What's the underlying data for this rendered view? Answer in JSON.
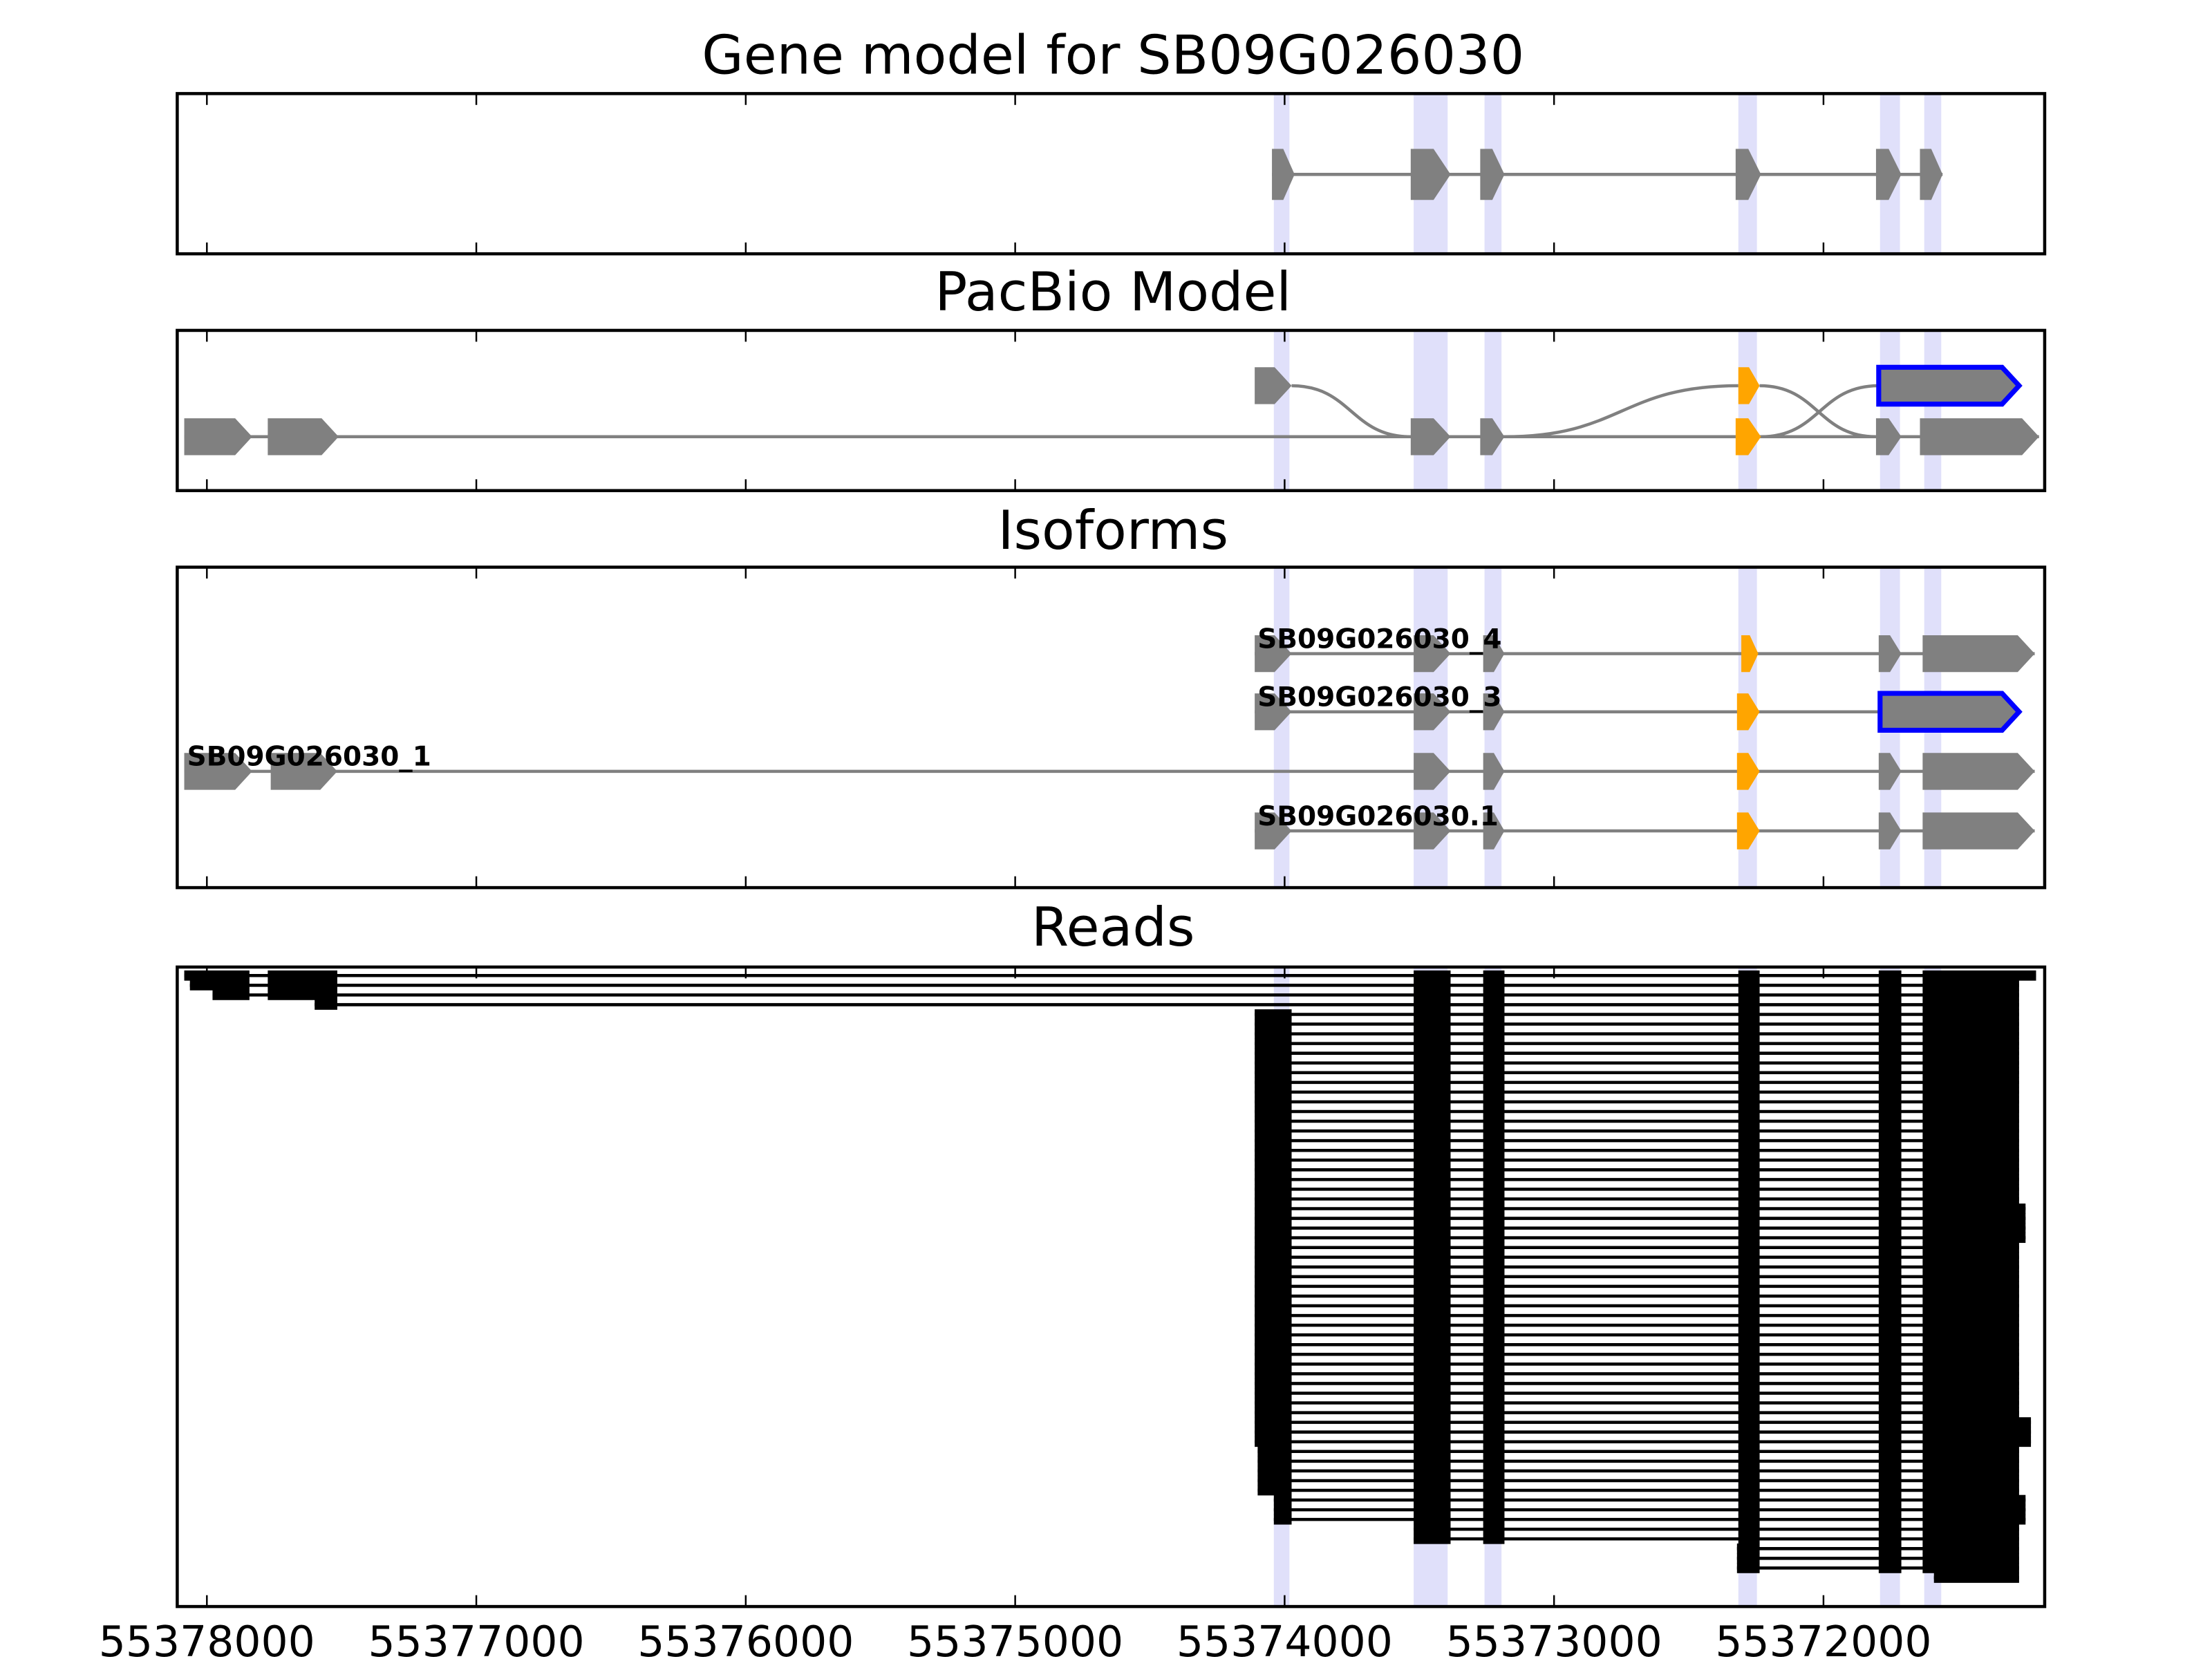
{
  "chart_data": {
    "type": "gene-structure",
    "xlabel": "",
    "xlim": [
      55378110,
      55371179
    ],
    "xticks": [
      55378000,
      55377000,
      55376000,
      55375000,
      55374000,
      55373000,
      55372000
    ],
    "xtick_labels": [
      "55378000",
      "55377000",
      "55376000",
      "55375000",
      "55374000",
      "55373000",
      "55372000"
    ],
    "colors": {
      "exon": "#808080",
      "intron": "#808080",
      "alt": "#ffa500",
      "novel_edge": "#0000ff",
      "highlight": "#e0e0fa",
      "read": "#000000"
    },
    "highlights": [
      [
        55374040,
        55373982
      ],
      [
        55373521,
        55373395
      ],
      [
        55373258,
        55373195
      ],
      [
        55372316,
        55372247
      ],
      [
        55371790,
        55371716
      ],
      [
        55371626,
        55371563
      ]
    ],
    "panels": [
      {
        "title": "Gene model for SB09G026030",
        "tracks": [
          {
            "exons": [
              [
                55374047,
                55373963,
                "gray"
              ],
              [
                55373532,
                55373384,
                "gray"
              ],
              [
                55373274,
                55373184,
                "gray"
              ],
              [
                55372326,
                55372232,
                "gray"
              ],
              [
                55371805,
                55371711,
                "gray"
              ],
              [
                55371642,
                55371558,
                "gray"
              ]
            ]
          }
        ]
      },
      {
        "title": "PacBio Model",
        "tracks": [
          {
            "exons": [
              [
                55374111,
                55373974,
                "gray"
              ],
              [
                55372316,
                55372237,
                "orange"
              ],
              [
                55371795,
                55371274,
                "blue"
              ]
            ]
          },
          {
            "exons": [
              [
                55378084,
                55377832,
                "gray"
              ],
              [
                55377774,
                55377511,
                "gray"
              ],
              [
                55373532,
                55373384,
                "gray"
              ],
              [
                55373274,
                55373184,
                "gray"
              ],
              [
                55372326,
                55372232,
                "orange"
              ],
              [
                55371805,
                55371711,
                "gray"
              ],
              [
                55371642,
                55371200,
                "gray"
              ]
            ]
          }
        ],
        "junctions": [
          [
            0,
            55373974,
            1,
            55373532
          ],
          [
            1,
            55373184,
            0,
            55372316
          ],
          [
            0,
            55372237,
            1,
            55371805
          ],
          [
            1,
            55372232,
            0,
            55371795
          ]
        ]
      },
      {
        "title": "Isoforms",
        "tracks": [
          {
            "label": "SB09G026030_4",
            "exons": [
              [
                55374111,
                55373974,
                "gray"
              ],
              [
                55373521,
                55373384,
                "gray"
              ],
              [
                55373263,
                55373184,
                "gray"
              ],
              [
                55372305,
                55372242,
                "orange"
              ],
              [
                55371795,
                55371711,
                "gray"
              ],
              [
                55371632,
                55371216,
                "gray"
              ]
            ]
          },
          {
            "label": "SB09G026030_3",
            "exons": [
              [
                55374111,
                55373974,
                "gray"
              ],
              [
                55373521,
                55373384,
                "gray"
              ],
              [
                55373263,
                55373184,
                "gray"
              ],
              [
                55372321,
                55372237,
                "orange"
              ],
              [
                55371790,
                55371274,
                "blue"
              ]
            ]
          },
          {
            "label": "SB09G026030_1",
            "exons": [
              [
                55378084,
                55377832,
                "gray"
              ],
              [
                55377763,
                55377516,
                "gray"
              ],
              [
                55373521,
                55373384,
                "gray"
              ],
              [
                55373263,
                55373184,
                "gray"
              ],
              [
                55372321,
                55372237,
                "orange"
              ],
              [
                55371795,
                55371711,
                "gray"
              ],
              [
                55371632,
                55371216,
                "gray"
              ]
            ]
          },
          {
            "label": "SB09G026030.1",
            "exons": [
              [
                55374111,
                55373974,
                "gray"
              ],
              [
                55373521,
                55373384,
                "gray"
              ],
              [
                55373263,
                55373184,
                "gray"
              ],
              [
                55372321,
                55372237,
                "orange"
              ],
              [
                55371795,
                55371711,
                "gray"
              ],
              [
                55371632,
                55371216,
                "gray"
              ]
            ]
          }
        ]
      },
      {
        "title": "Reads",
        "read_groups": [
          {
            "count": 1,
            "exons": [
              [
                55378084,
                55377842
              ],
              [
                55377774,
                55377516
              ],
              [
                55373521,
                55373384
              ],
              [
                55373263,
                55373184
              ],
              [
                55372316,
                55372237
              ],
              [
                55371795,
                55371711
              ],
              [
                55371632,
                55371211
              ]
            ]
          },
          {
            "count": 1,
            "exons": [
              [
                55378063,
                55377842
              ],
              [
                55377774,
                55377516
              ],
              [
                55373521,
                55373384
              ],
              [
                55373263,
                55373184
              ],
              [
                55372316,
                55372237
              ],
              [
                55371795,
                55371711
              ],
              [
                55371632,
                55371274
              ]
            ]
          },
          {
            "count": 1,
            "exons": [
              [
                55377979,
                55377842
              ],
              [
                55377774,
                55377516
              ],
              [
                55373521,
                55373384
              ],
              [
                55373263,
                55373184
              ],
              [
                55372316,
                55372237
              ],
              [
                55371795,
                55371711
              ],
              [
                55371632,
                55371274
              ]
            ]
          },
          {
            "count": 1,
            "exons": [
              [
                55377600,
                55377516
              ],
              [
                55373521,
                55373384
              ],
              [
                55373263,
                55373184
              ],
              [
                55372316,
                55372237
              ],
              [
                55371795,
                55371711
              ],
              [
                55371632,
                55371274
              ]
            ]
          },
          {
            "count": 20,
            "exons": [
              [
                55374111,
                55373974
              ],
              [
                55373521,
                55373384
              ],
              [
                55373263,
                55373184
              ],
              [
                55372316,
                55372237
              ],
              [
                55371795,
                55371711
              ],
              [
                55371632,
                55371274
              ]
            ]
          },
          {
            "count": 4,
            "exons": [
              [
                55374111,
                55373974
              ],
              [
                55373521,
                55373384
              ],
              [
                55373263,
                55373184
              ],
              [
                55372316,
                55372237
              ],
              [
                55371795,
                55371711
              ],
              [
                55371632,
                55371250
              ]
            ]
          },
          {
            "count": 18,
            "exons": [
              [
                55374111,
                55373974
              ],
              [
                55373521,
                55373384
              ],
              [
                55373263,
                55373184
              ],
              [
                55372316,
                55372237
              ],
              [
                55371795,
                55371711
              ],
              [
                55371632,
                55371274
              ]
            ]
          },
          {
            "count": 3,
            "exons": [
              [
                55374111,
                55373974
              ],
              [
                55373521,
                55373384
              ],
              [
                55373263,
                55373184
              ],
              [
                55372316,
                55372237
              ],
              [
                55371795,
                55371711
              ],
              [
                55371632,
                55371230
              ]
            ]
          },
          {
            "count": 5,
            "exons": [
              [
                55374100,
                55373974
              ],
              [
                55373521,
                55373384
              ],
              [
                55373263,
                55373184
              ],
              [
                55372316,
                55372237
              ],
              [
                55371795,
                55371711
              ],
              [
                55371632,
                55371274
              ]
            ]
          },
          {
            "count": 3,
            "exons": [
              [
                55374040,
                55373974
              ],
              [
                55373521,
                55373384
              ],
              [
                55373263,
                55373184
              ],
              [
                55372316,
                55372237
              ],
              [
                55371795,
                55371711
              ],
              [
                55371632,
                55371250
              ]
            ]
          },
          {
            "count": 2,
            "exons": [
              [
                55373521,
                55373384
              ],
              [
                55373263,
                55373184
              ],
              [
                55372316,
                55372237
              ],
              [
                55371795,
                55371711
              ],
              [
                55371632,
                55371274
              ]
            ]
          },
          {
            "count": 3,
            "exons": [
              [
                55372321,
                55372237
              ],
              [
                55371795,
                55371711
              ],
              [
                55371632,
                55371274
              ]
            ]
          },
          {
            "count": 1,
            "exons": [
              [
                55371590,
                55371274
              ]
            ]
          }
        ]
      }
    ]
  }
}
